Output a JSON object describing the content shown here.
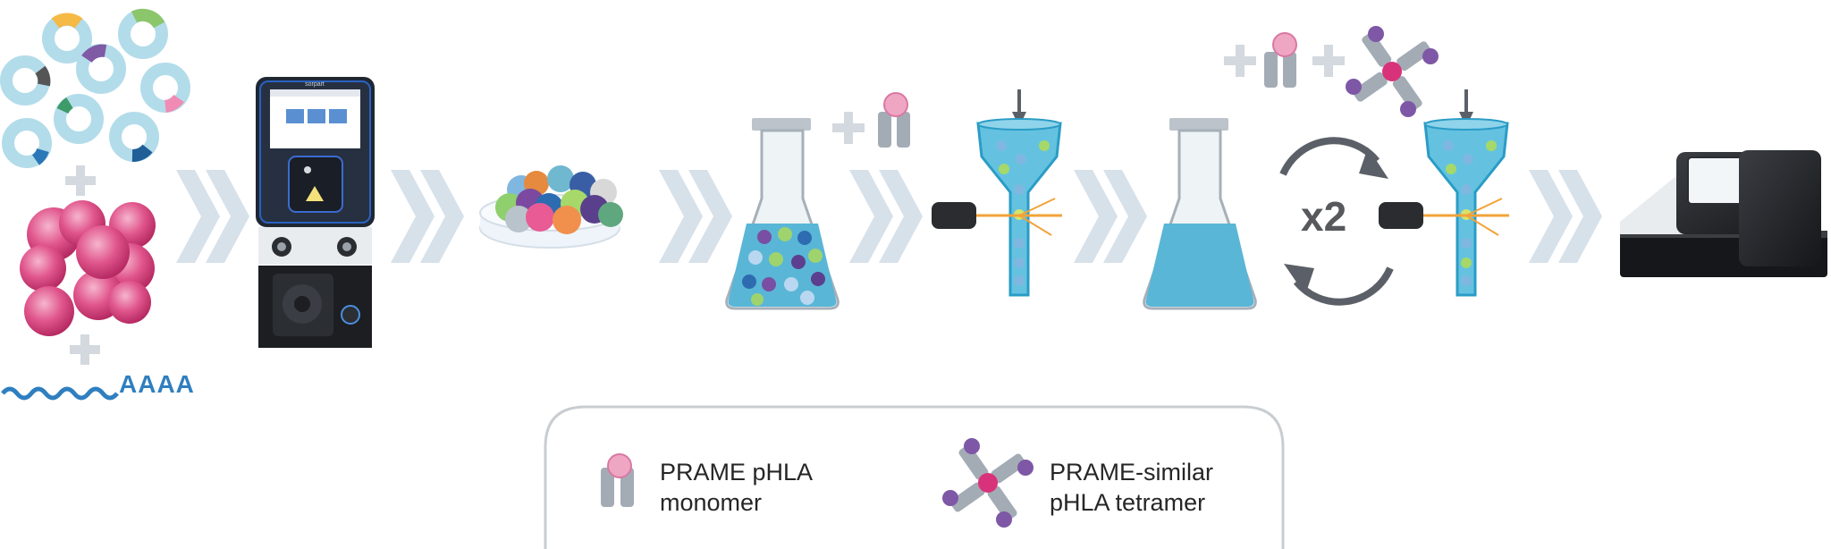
{
  "polyA_text": "AAAA",
  "cycle_label": "x2",
  "machine_brand": "sorpart",
  "legend": {
    "monomer_line1": "PRAME pHLA",
    "monomer_line2": "monomer",
    "tetramer_line1": "PRAME-similar",
    "tetramer_line2": "pHLA tetramer"
  },
  "colors": {
    "chevron": "#d7e1ea",
    "plus": "#d3d9de",
    "pink_cell": "#d9467f",
    "liquid": "#59b6d6",
    "mrna": "#2f7fc0",
    "arrow": "#5b6068",
    "tetramer_core": "#d8327a",
    "tetramer_tip": "#7e57a6"
  }
}
